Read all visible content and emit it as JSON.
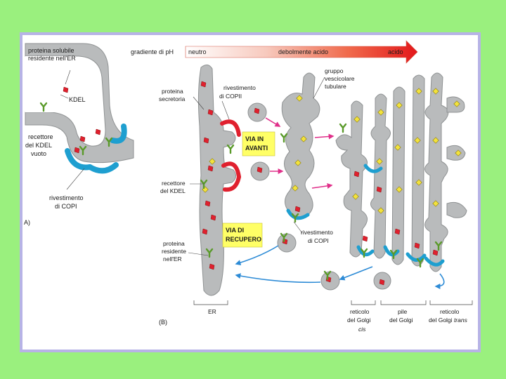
{
  "panel_a": {
    "label": "A)",
    "soluble_protein": [
      "proteina solubile",
      "residente nell'ER"
    ],
    "kdel": "KDEL",
    "empty_receptor": [
      "recettore",
      "del KDEL",
      "vuoto"
    ],
    "copi_coat": [
      "rivestimento",
      "di COPI"
    ]
  },
  "panel_b": {
    "label": "(B)",
    "ph_gradient": {
      "title": "gradiente di pH",
      "neutral": "neutro",
      "slightly_acidic": "debolmente acido",
      "acidic": "acido"
    },
    "secretory_protein": [
      "proteina",
      "secretoria"
    ],
    "copii_coat": [
      "rivestimento",
      "di COPII"
    ],
    "forward_path": [
      "VIA IN",
      "AVANTI"
    ],
    "vesicle_cluster": [
      "gruppo",
      "vescicolare",
      "tubulare"
    ],
    "kdel_receptor": [
      "recettore",
      "del KDEL"
    ],
    "retrieval_path": [
      "VIA DI",
      "RECUPERO"
    ],
    "copi_coat": [
      "rivestimento",
      "di COPI"
    ],
    "er_resident": [
      "proteina",
      "residente",
      "nell'ER"
    ],
    "er": "ER",
    "cis_golgi": [
      "reticolo",
      "del Golgi",
      "cis"
    ],
    "golgi_stacks": [
      "pile",
      "del Golgi"
    ],
    "trans_golgi": [
      "reticolo",
      "del Golgi",
      "trans"
    ]
  },
  "colors": {
    "background": "#9af07e",
    "frame_border": "#b7b3e6",
    "membrane": "#b9bbbc",
    "copii_red": "#e0202e",
    "copi_blue": "#1e9fd0",
    "label_box": "#ffff66",
    "arrow_magenta": "#e0308a",
    "arrow_blue": "#2d8bd6",
    "cargo_yellow": "#f2e23c",
    "receptor_green": "#5a9a2a"
  }
}
